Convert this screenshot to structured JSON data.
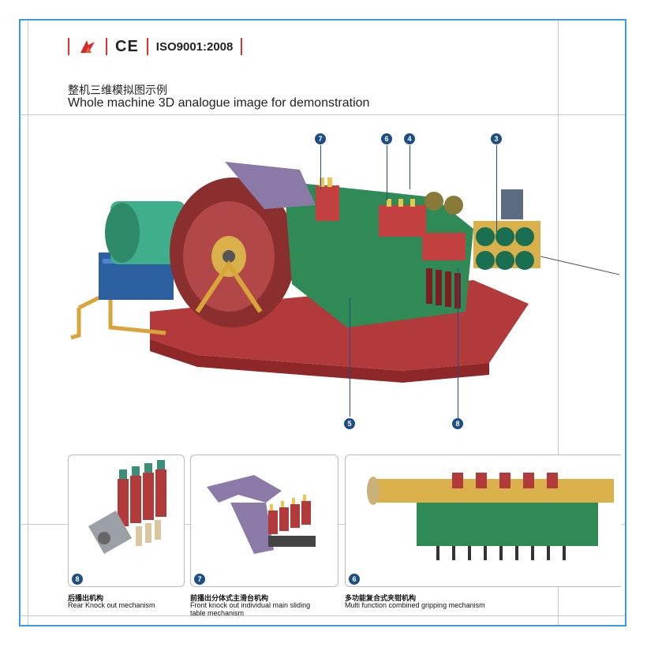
{
  "header": {
    "cert_ce": "CE",
    "cert_iso": "ISO9001:2008",
    "title_cn": "整机三维模拟图示例",
    "title_en": "Whole machine 3D analogue image for demonstration"
  },
  "callouts": [
    "7",
    "6",
    "4",
    "3",
    "5",
    "8"
  ],
  "panels": [
    {
      "badge": "8",
      "caption_cn": "后播出机构",
      "caption_en": "Rear Knock out mechanism"
    },
    {
      "badge": "7",
      "caption_cn": "前播出分体式主滑台机构",
      "caption_en_line1": "Front knock out individual main sliding",
      "caption_en_line2": "table mechanism"
    },
    {
      "badge": "6",
      "caption_cn": "多功能复合式夹钳机构",
      "caption_en": "Multi function combined gripping mechanism"
    }
  ],
  "colors": {
    "frame": "#3a9be0",
    "badge": "#1d4f86",
    "base": "#b23a3a",
    "body": "#2f8a55",
    "motor": "#3fae8a",
    "flywheel": "#8a2e2e"
  }
}
